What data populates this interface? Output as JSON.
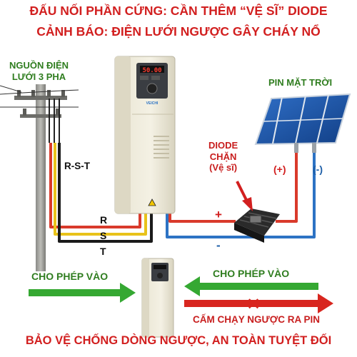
{
  "title": {
    "line1": "ĐẤU NỐI PHẦN CỨNG: CẦN THÊM “VỆ SĨ” DIODE",
    "line2": "CẢNH BÁO: ĐIỆN LƯỚI NGƯỢC GÂY CHÁY NỔ"
  },
  "grid_source": {
    "line1": "NGUỒN ĐIỆN",
    "line2": "LƯỚI 3 PHA"
  },
  "solar_panel": {
    "label": "PIN MẶT TRỜI",
    "positive": "(+)",
    "negative": "(-)"
  },
  "diode": {
    "line1": "DIODE",
    "line2": "CHẶN",
    "line3": "(Vệ sĩ)",
    "plus": "+",
    "minus": "-"
  },
  "wires": {
    "group_label": "R-S-T",
    "r": "R",
    "s": "S",
    "t": "T"
  },
  "inverter": {
    "display": "50.00",
    "brand": "VEICHI"
  },
  "flow": {
    "allow_left": "CHO PHÉP VÀO",
    "allow_right": "CHO PHÉP VÀO",
    "forbidden": "CẤM CHẠY NGƯỢC RA PIN",
    "cross_symbol": "✕"
  },
  "bottom_title": "BẢO VỆ CHỐNG DÒNG NGƯỢC, AN TOÀN TUYỆT ĐỐI",
  "colors": {
    "title_red": "#d21f1f",
    "label_green": "#2f7d1f",
    "wire_red": "#d93a2b",
    "wire_yellow": "#e8c21a",
    "wire_black": "#1a1a1a",
    "dc_blue": "#2d73c4",
    "arrow_green": "#35a832",
    "arrow_red": "#d8261f"
  }
}
